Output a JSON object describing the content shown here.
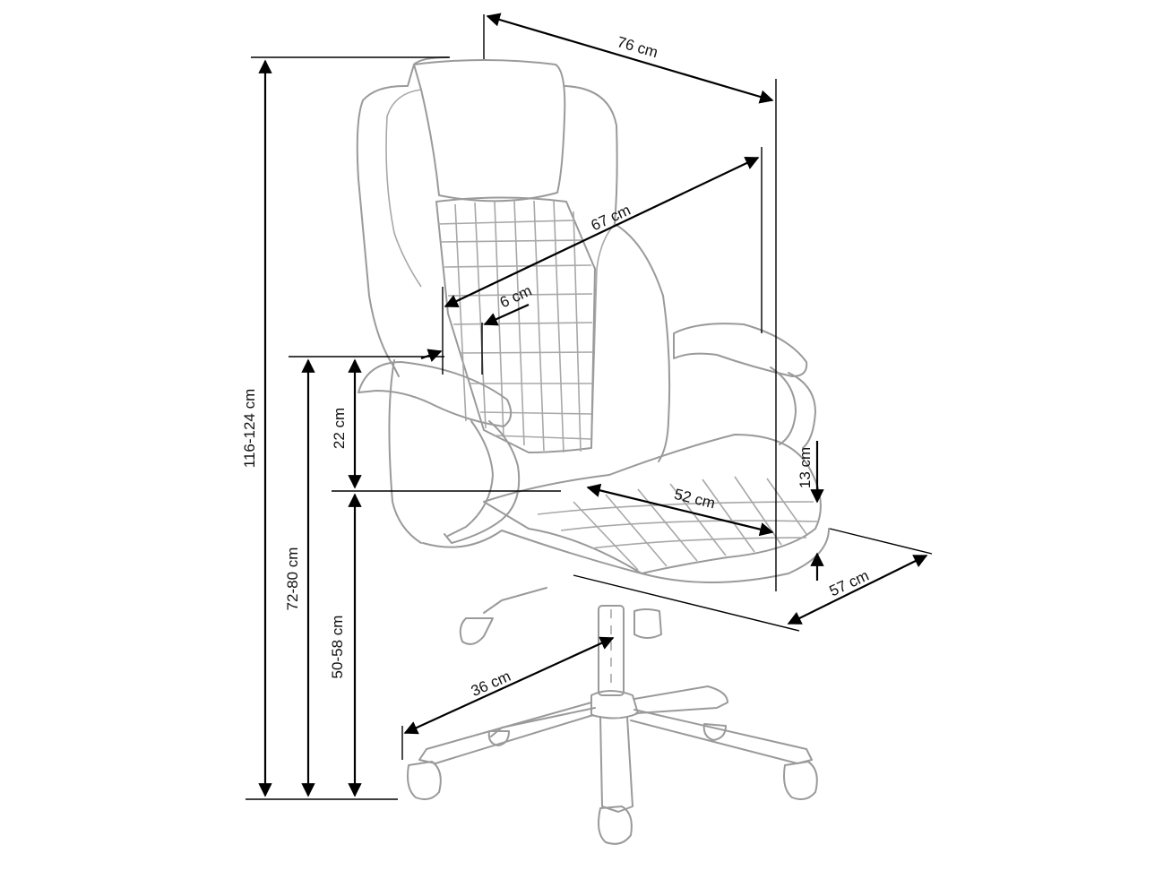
{
  "dimensions": {
    "total_height": "116-124 cm",
    "armrest_height": "72-80 cm",
    "seat_height": "50-58 cm",
    "armrest_above_seat": "22 cm",
    "overall_width": "76 cm",
    "inner_width": "67 cm",
    "armrest_width": "6 cm",
    "seat_width": "52 cm",
    "seat_thickness": "13 cm",
    "seat_depth": "57 cm",
    "base_radius": "36 cm"
  },
  "colors": {
    "line_art": "#9a9a9a",
    "dimension_lines": "#000000"
  }
}
